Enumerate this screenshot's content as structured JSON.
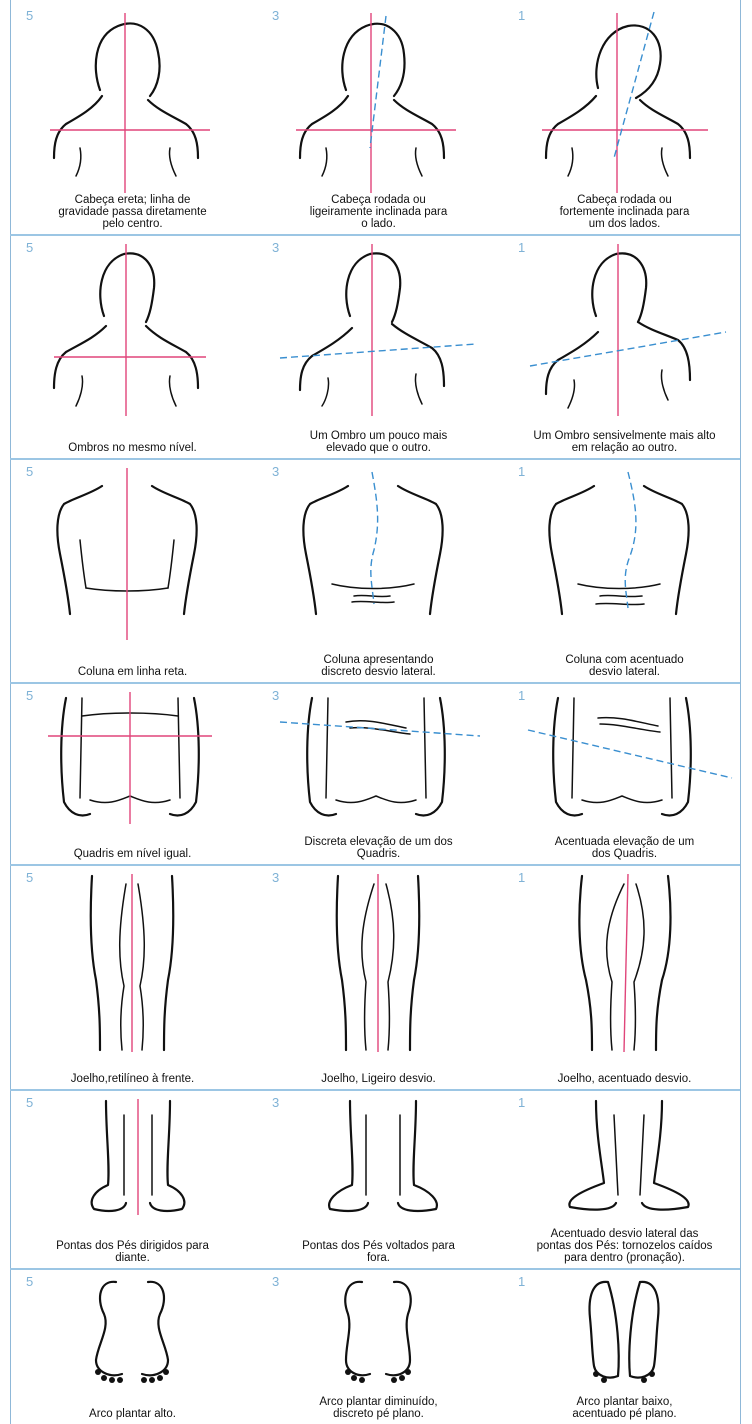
{
  "colors": {
    "reference_line": "#e0457a",
    "deviation_line": "#3a8fd0",
    "grid_line": "#9cc6e4",
    "score_text": "#7fb2d6"
  },
  "rows": [
    {
      "cells": [
        {
          "score": "5",
          "caption": "Cabeça ereta; linha de\ngravidade passa diretamente\npelo centro."
        },
        {
          "score": "3",
          "caption": "Cabeça rodada ou\nligeiramente inclinada para\no lado."
        },
        {
          "score": "1",
          "caption": "Cabeça rodada ou\nfortemente inclinada para\num dos lados."
        }
      ]
    },
    {
      "cells": [
        {
          "score": "5",
          "caption": "Ombros no mesmo nível."
        },
        {
          "score": "3",
          "caption": "Um Ombro um pouco mais\nelevado que o outro."
        },
        {
          "score": "1",
          "caption": "Um Ombro sensivelmente mais alto\nem relação ao outro."
        }
      ]
    },
    {
      "cells": [
        {
          "score": "5",
          "caption": "Coluna em linha reta."
        },
        {
          "score": "3",
          "caption": "Coluna apresentando\ndiscreto desvio lateral."
        },
        {
          "score": "1",
          "caption": "Coluna  com acentuado\ndesvio lateral."
        }
      ]
    },
    {
      "cells": [
        {
          "score": "5",
          "caption": "Quadris em nível igual."
        },
        {
          "score": "3",
          "caption": "Discreta elevação de um dos\nQuadris."
        },
        {
          "score": "1",
          "caption": "Acentuada elevação de um\ndos Quadris."
        }
      ]
    },
    {
      "cells": [
        {
          "score": "5",
          "caption": "Joelho,retilíneo à frente."
        },
        {
          "score": "3",
          "caption": "Joelho, Ligeiro desvio."
        },
        {
          "score": "1",
          "caption": "Joelho, acentuado desvio."
        }
      ]
    },
    {
      "cells": [
        {
          "score": "5",
          "caption": "Pontas dos Pés dirigidos para\ndiante."
        },
        {
          "score": "3",
          "caption": "Pontas dos Pés voltados para\nfora."
        },
        {
          "score": "1",
          "caption": "Acentuado desvio lateral das\npontas dos Pés: tornozelos caídos\npara dentro (pronação)."
        }
      ]
    },
    {
      "cells": [
        {
          "score": "5",
          "caption": "Arco plantar alto."
        },
        {
          "score": "3",
          "caption": "Arco plantar diminuído,\ndiscreto pé plano."
        },
        {
          "score": "1",
          "caption": "Arco plantar baixo,\nacentuado pé plano."
        }
      ]
    }
  ]
}
